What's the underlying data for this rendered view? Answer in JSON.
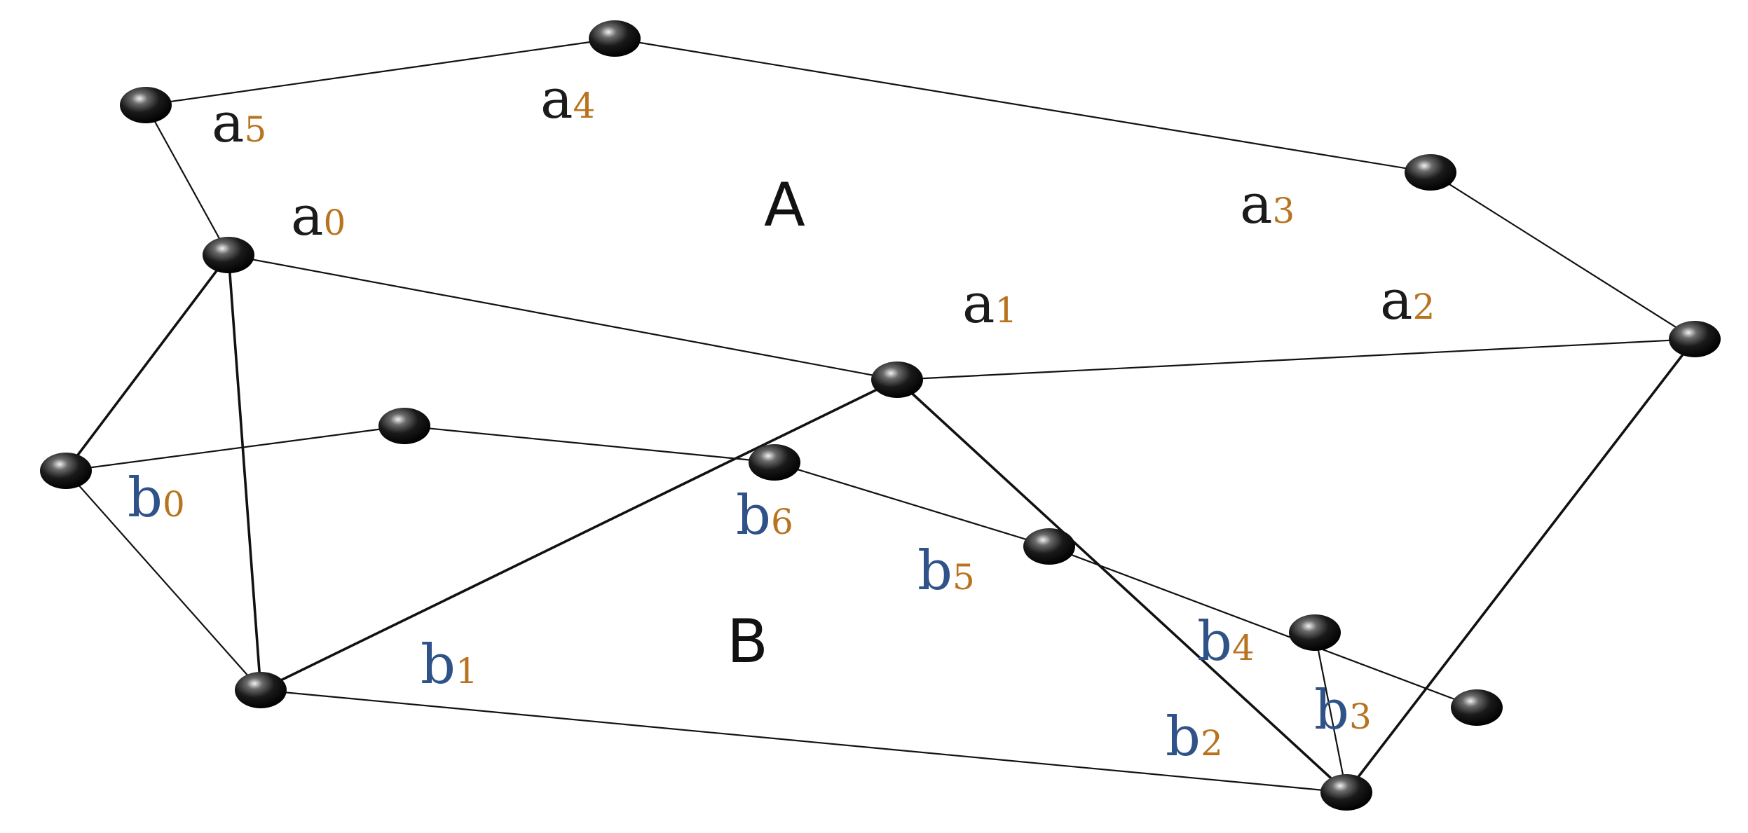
{
  "colors": {
    "edge": "#111111",
    "node": "#0d0d0d",
    "label_a": "#1b1b1b",
    "label_b": "#2f5289",
    "subscript": "#b8731f",
    "region": "#111111"
  },
  "regions": [
    {
      "id": "A",
      "text": "A"
    },
    {
      "id": "B",
      "text": "B"
    }
  ],
  "vertices": [
    {
      "id": "a0",
      "letter": "a",
      "sub": "0"
    },
    {
      "id": "a1",
      "letter": "a",
      "sub": "1"
    },
    {
      "id": "a2",
      "letter": "a",
      "sub": "2"
    },
    {
      "id": "a3",
      "letter": "a",
      "sub": "3"
    },
    {
      "id": "a4",
      "letter": "a",
      "sub": "4"
    },
    {
      "id": "a5",
      "letter": "a",
      "sub": "5"
    },
    {
      "id": "b0",
      "letter": "b",
      "sub": "0"
    },
    {
      "id": "b1",
      "letter": "b",
      "sub": "1"
    },
    {
      "id": "b2",
      "letter": "b",
      "sub": "2"
    },
    {
      "id": "b3",
      "letter": "b",
      "sub": "3"
    },
    {
      "id": "b4",
      "letter": "b",
      "sub": "4"
    },
    {
      "id": "b5",
      "letter": "b",
      "sub": "5"
    },
    {
      "id": "b6",
      "letter": "b",
      "sub": "6"
    }
  ],
  "edges": [
    {
      "from": "n_a5",
      "to": "n_a4",
      "weight": "thin"
    },
    {
      "from": "n_a4",
      "to": "n_a3",
      "weight": "thin"
    },
    {
      "from": "n_a3",
      "to": "n_a2",
      "weight": "thin"
    },
    {
      "from": "n_a2",
      "to": "n_a1",
      "weight": "thin"
    },
    {
      "from": "n_a1",
      "to": "n_a0",
      "weight": "thin"
    },
    {
      "from": "n_a0",
      "to": "n_a5",
      "weight": "thin"
    },
    {
      "from": "n_b0",
      "to": "n_b6",
      "weight": "thin"
    },
    {
      "from": "n_b6",
      "to": "n_b5",
      "weight": "thin"
    },
    {
      "from": "n_b5",
      "to": "n_b4",
      "weight": "thin"
    },
    {
      "from": "n_b4",
      "to": "n_b3",
      "weight": "thin"
    },
    {
      "from": "n_b3",
      "to": "n_b2",
      "weight": "thin"
    },
    {
      "from": "n_b2",
      "to": "n_b1",
      "weight": "thin"
    },
    {
      "from": "n_b1",
      "to": "n_b0",
      "weight": "thin"
    },
    {
      "from": "n_a0",
      "to": "n_b0",
      "weight": "thick"
    },
    {
      "from": "n_a0",
      "to": "n_b1",
      "weight": "thick"
    },
    {
      "from": "n_a1",
      "to": "n_b1",
      "weight": "thick"
    },
    {
      "from": "n_a1",
      "to": "n_b2",
      "weight": "thick"
    },
    {
      "from": "n_a2",
      "to": "n_b2",
      "weight": "thick"
    }
  ]
}
